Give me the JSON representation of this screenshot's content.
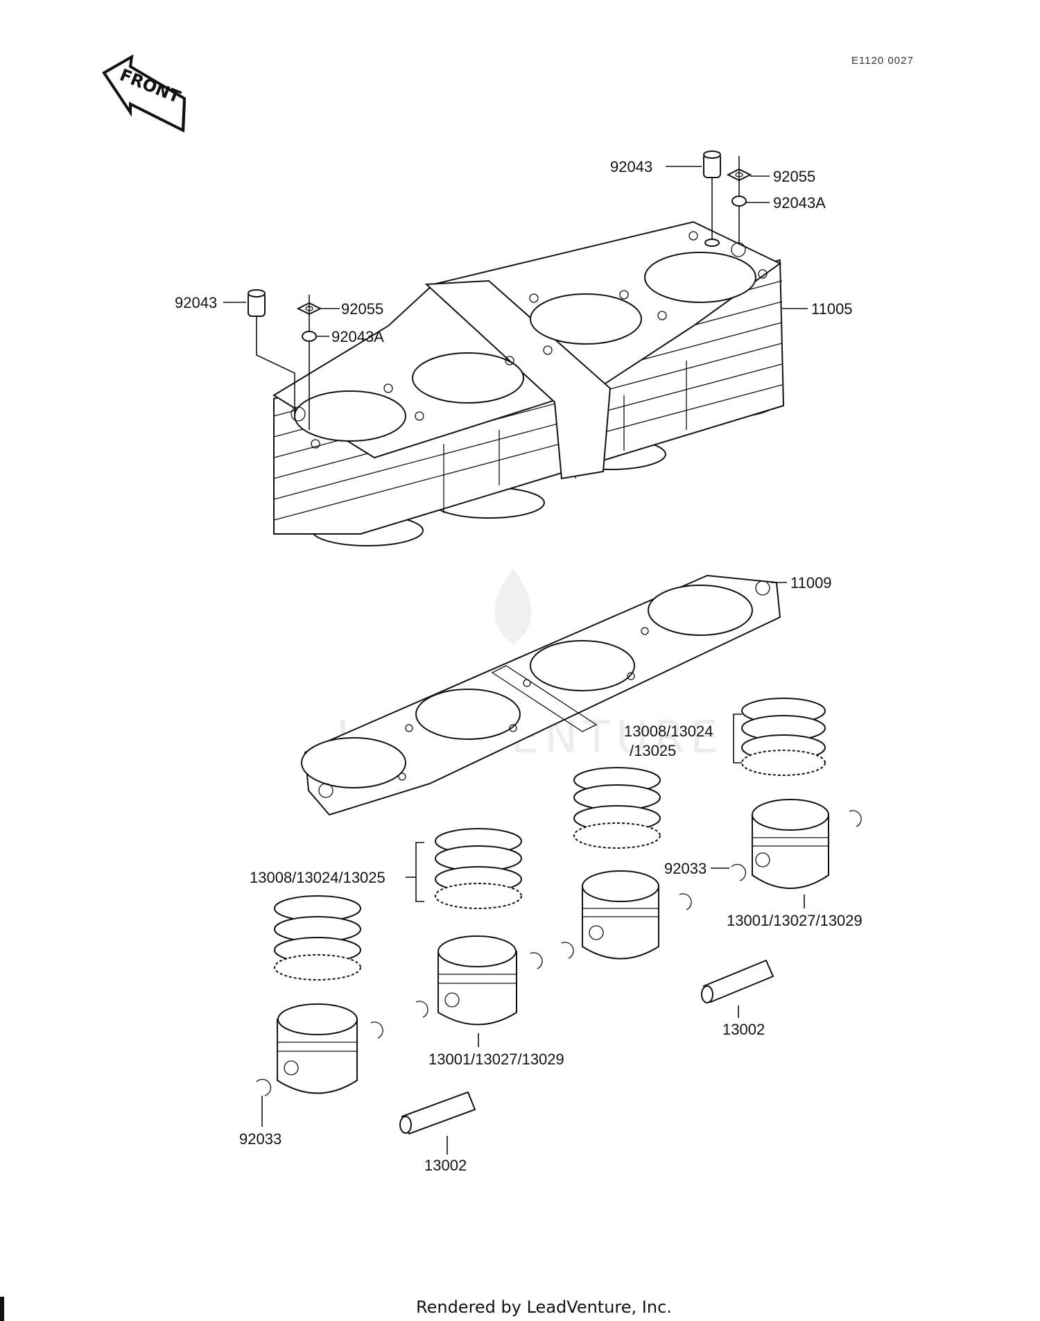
{
  "diagram": {
    "code": "E1120 0027",
    "front_arrow_label": "FRONT",
    "watermark": "LEADVENTURE",
    "footer": "Rendered by LeadVenture, Inc."
  },
  "callouts": [
    {
      "id": "c1",
      "text": "92043"
    },
    {
      "id": "c2",
      "text": "92055"
    },
    {
      "id": "c3",
      "text": "92043A"
    },
    {
      "id": "c4",
      "text": "92043"
    },
    {
      "id": "c5",
      "text": "92055"
    },
    {
      "id": "c6",
      "text": "92043A"
    },
    {
      "id": "c7",
      "text": "11005"
    },
    {
      "id": "c8",
      "text": "11009"
    },
    {
      "id": "c9a",
      "text": "13008/13024"
    },
    {
      "id": "c9b",
      "text": "/13025"
    },
    {
      "id": "c10",
      "text": "13008/13024/13025"
    },
    {
      "id": "c11",
      "text": "92033"
    },
    {
      "id": "c12",
      "text": "13001/13027/13029"
    },
    {
      "id": "c13",
      "text": "13002"
    },
    {
      "id": "c14",
      "text": "13001/13027/13029"
    },
    {
      "id": "c15",
      "text": "92033"
    },
    {
      "id": "c16",
      "text": "13002"
    }
  ]
}
